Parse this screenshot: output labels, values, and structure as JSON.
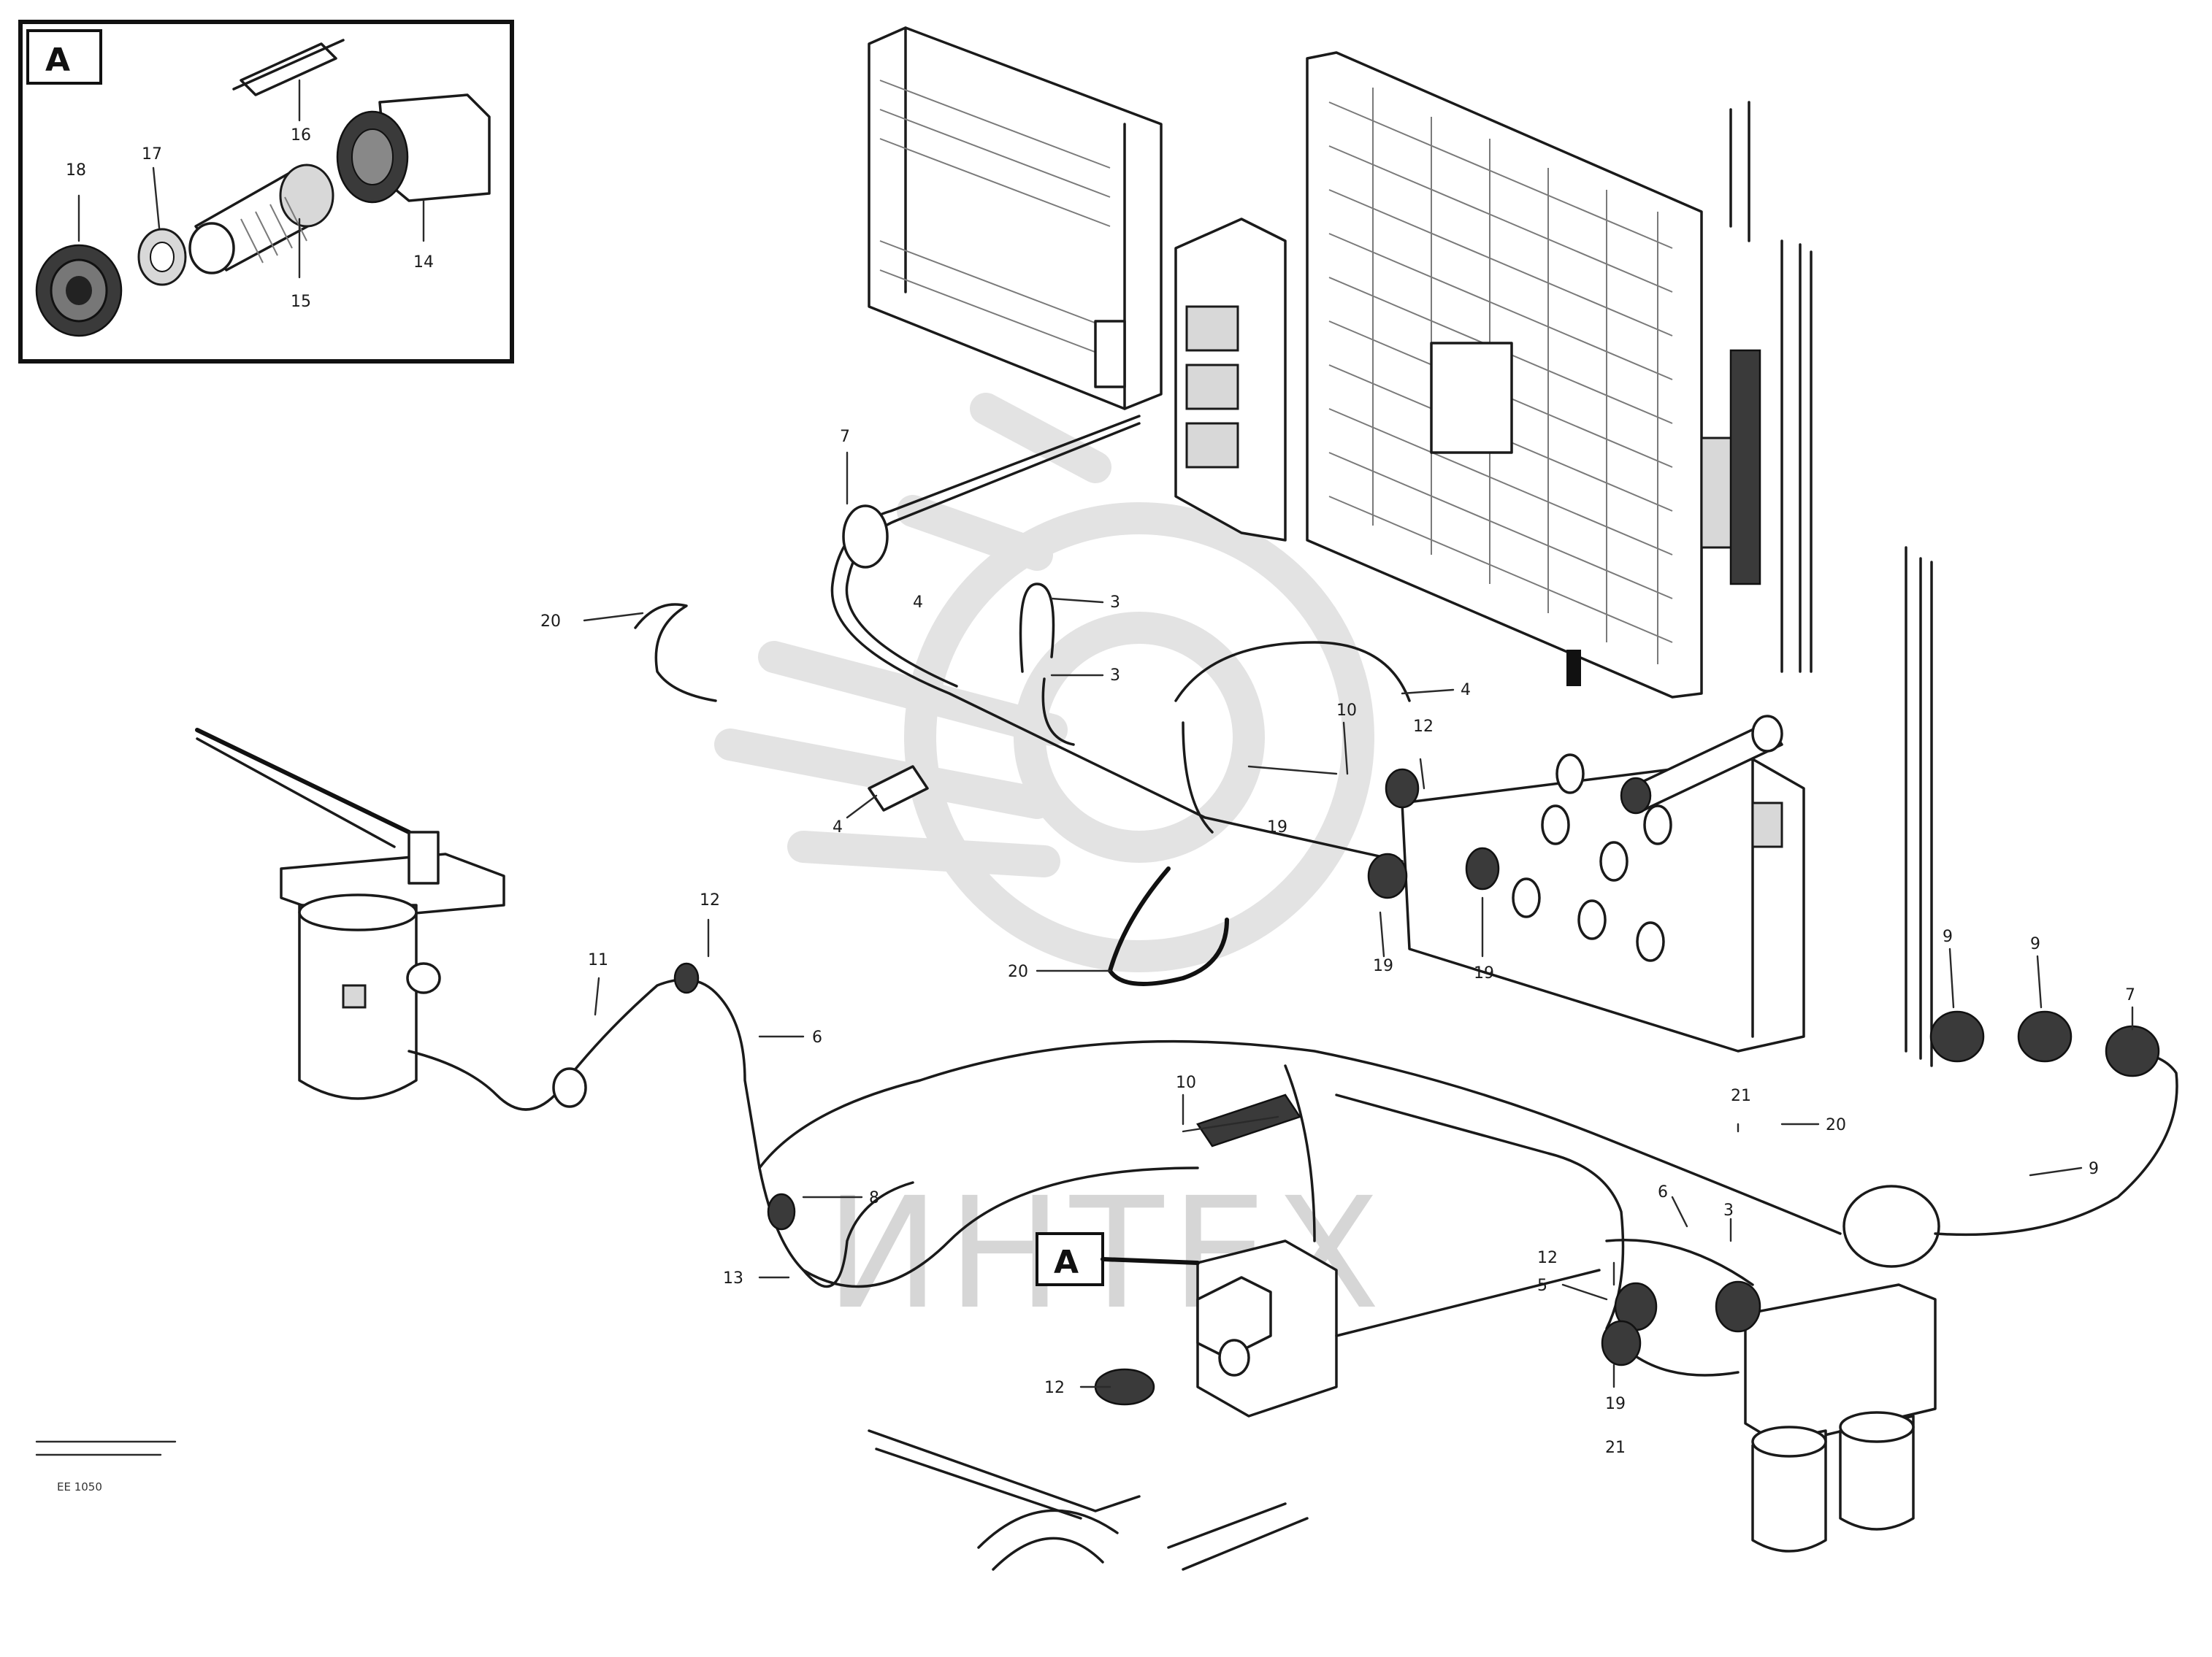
{
  "detail_view": {
    "label": "A"
  },
  "main_view": {
    "detail_marker": "A"
  },
  "watermark": {
    "text": "ИНТЕХ"
  },
  "footnote": {
    "ref": "EE 1050"
  },
  "callouts": [
    {
      "id": "c1",
      "text": "18"
    },
    {
      "id": "c2",
      "text": "17"
    },
    {
      "id": "c3",
      "text": "16"
    },
    {
      "id": "c4",
      "text": "15"
    },
    {
      "id": "c5",
      "text": "14"
    },
    {
      "id": "c6",
      "text": "7"
    },
    {
      "id": "c7",
      "text": "20"
    },
    {
      "id": "c8",
      "text": "3"
    },
    {
      "id": "c9",
      "text": "3"
    },
    {
      "id": "c10",
      "text": "4"
    },
    {
      "id": "c11",
      "text": "4"
    },
    {
      "id": "c12",
      "text": "4"
    },
    {
      "id": "c13",
      "text": "10"
    },
    {
      "id": "c14",
      "text": "12"
    },
    {
      "id": "c15",
      "text": "19"
    },
    {
      "id": "c16",
      "text": "19"
    },
    {
      "id": "c17",
      "text": "19"
    },
    {
      "id": "c18",
      "text": "20"
    },
    {
      "id": "c19",
      "text": "12"
    },
    {
      "id": "c20",
      "text": "11"
    },
    {
      "id": "c21",
      "text": "6"
    },
    {
      "id": "c22",
      "text": "10"
    },
    {
      "id": "c23",
      "text": "8"
    },
    {
      "id": "c24",
      "text": "13"
    },
    {
      "id": "c25",
      "text": "12"
    },
    {
      "id": "c26",
      "text": "9"
    },
    {
      "id": "c27",
      "text": "9"
    },
    {
      "id": "c28",
      "text": "7"
    },
    {
      "id": "c29",
      "text": "21"
    },
    {
      "id": "c30",
      "text": "20"
    },
    {
      "id": "c31",
      "text": "9"
    },
    {
      "id": "c32",
      "text": "6"
    },
    {
      "id": "c33",
      "text": "12"
    },
    {
      "id": "c34",
      "text": "5"
    },
    {
      "id": "c35",
      "text": "3"
    },
    {
      "id": "c36",
      "text": "19"
    },
    {
      "id": "c37",
      "text": "21"
    }
  ]
}
